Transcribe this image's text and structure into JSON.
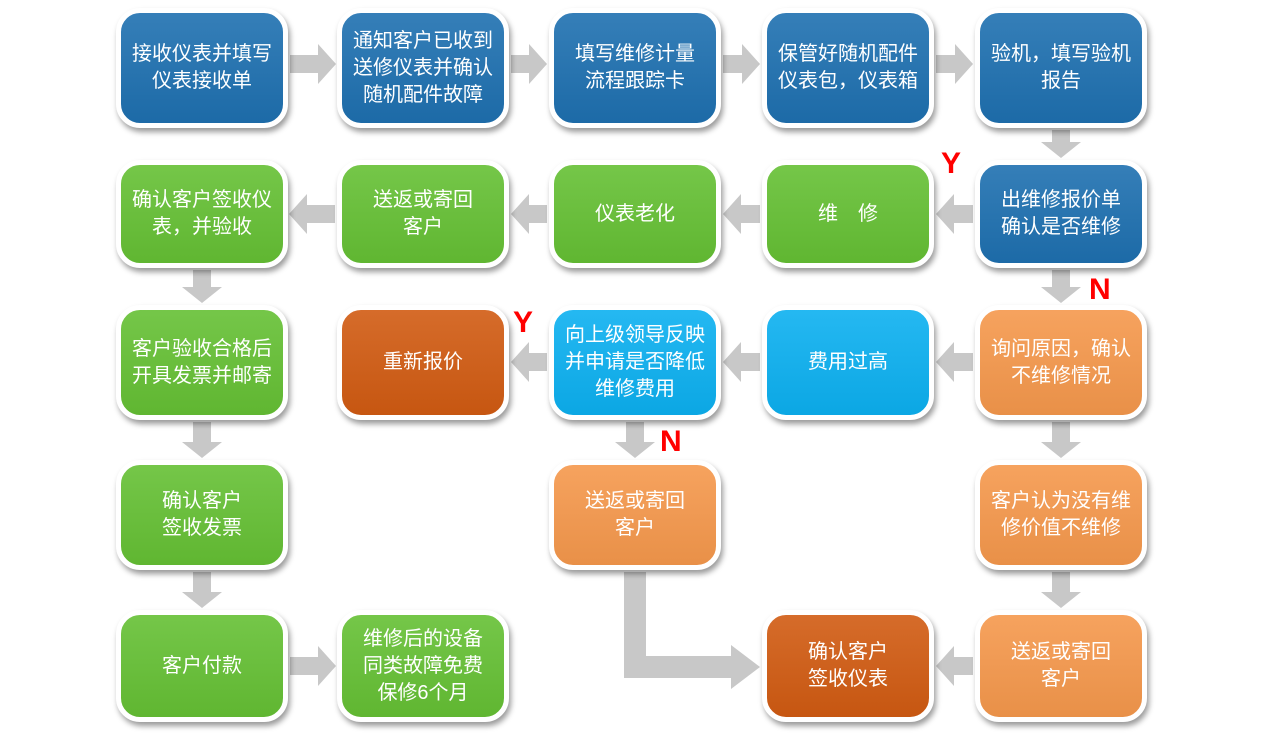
{
  "colors": {
    "blue": "#1E70B0",
    "green": "#65C034",
    "cyan": "#0CB0F0",
    "orange": "#F5984C",
    "dark_orange": "#D15B12",
    "arrow": "#C8C8C8",
    "label": "#FF0000"
  },
  "nodes": [
    {
      "id": "receive-instrument",
      "label": "接收仪表并填写\n仪表接收单",
      "color": "blue"
    },
    {
      "id": "notify-customer",
      "label": "通知客户已收到\n送修仪表并确认\n随机配件故障",
      "color": "blue"
    },
    {
      "id": "fill-tracking-card",
      "label": "填写维修计量\n流程跟踪卡",
      "color": "blue"
    },
    {
      "id": "keep-accessories",
      "label": "保管好随机配件\n仪表包，仪表箱",
      "color": "blue"
    },
    {
      "id": "inspect-machine",
      "label": "验机，填写验机\n报告",
      "color": "blue"
    },
    {
      "id": "quote-confirm-repair",
      "label": "出维修报价单\n确认是否维修",
      "color": "blue"
    },
    {
      "id": "repair",
      "label": "维　修",
      "color": "green"
    },
    {
      "id": "instrument-aging",
      "label": "仪表老化",
      "color": "green"
    },
    {
      "id": "return-to-customer-1",
      "label": "送返或寄回\n客户",
      "color": "green"
    },
    {
      "id": "confirm-sign-instrument-accept",
      "label": "确认客户签收仪\n表，并验收",
      "color": "green"
    },
    {
      "id": "ask-reason-no-repair",
      "label": "询问原因，确认\n不维修情况",
      "color": "orange"
    },
    {
      "id": "cost-too-high",
      "label": "费用过高",
      "color": "cyan"
    },
    {
      "id": "report-to-leader",
      "label": "向上级领导反映\n并申请是否降低\n维修费用",
      "color": "cyan"
    },
    {
      "id": "requote",
      "label": "重新报价",
      "color": "dark_orange"
    },
    {
      "id": "invoice-and-mail",
      "label": "客户验收合格后\n开具发票并邮寄",
      "color": "green"
    },
    {
      "id": "confirm-sign-invoice",
      "label": "确认客户\n签收发票",
      "color": "green"
    },
    {
      "id": "return-to-customer-2",
      "label": "送返或寄回\n客户",
      "color": "orange"
    },
    {
      "id": "no-repair-value",
      "label": "客户认为没有维\n修价值不维修",
      "color": "orange"
    },
    {
      "id": "customer-pay",
      "label": "客户付款",
      "color": "green"
    },
    {
      "id": "warranty-6-months",
      "label": "维修后的设备\n同类故障免费\n保修6个月",
      "color": "green"
    },
    {
      "id": "confirm-sign-instrument-final",
      "label": "确认客户\n签收仪表",
      "color": "dark_orange"
    },
    {
      "id": "return-to-customer-3",
      "label": "送返或寄回\n客户",
      "color": "orange"
    }
  ],
  "edge_labels": [
    {
      "id": "label-yes-repair",
      "text": "Y"
    },
    {
      "id": "label-no-repair",
      "text": "N"
    },
    {
      "id": "label-yes-requote",
      "text": "Y"
    },
    {
      "id": "label-no-return",
      "text": "N"
    }
  ]
}
